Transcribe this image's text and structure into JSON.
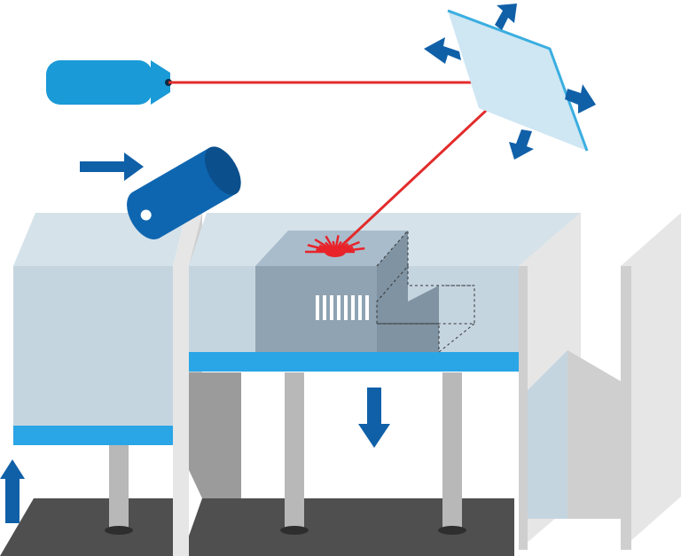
{
  "diagram": {
    "colors": {
      "background": "#ffffff",
      "powder_light": "#c5d5e0",
      "powder_top": "#d5e2ea",
      "powder_shadow": "#a9bccb",
      "part_block": "#8fa3b2",
      "part_block_dark": "#7f93a2",
      "wall": "#e6e6e6",
      "wall_edge": "#cfcfcf",
      "wall_shadow": "#9b9b9b",
      "platform": "#2aa5e6",
      "floor": "#4f4f4f",
      "laser_source": "#1a9ad6",
      "laser_beam": "#e22c2c",
      "mirror": "#cfe6f3",
      "mirror_edge": "#3aaee0",
      "roller": "#0f66b0",
      "roller_dark": "#0b4f8c",
      "arrow": "#1060a8",
      "screw": "#b8b8b8",
      "melt_spark": "#e8232a"
    },
    "components": [
      "laser-source",
      "laser-beam",
      "scanning-mirror",
      "recoater-roller",
      "powder-supply-chamber",
      "build-chamber",
      "overflow-chamber",
      "build-platform",
      "supply-platform",
      "lead-screws",
      "melt-pool"
    ],
    "motions": [
      {
        "component": "recoater-roller",
        "direction": "right"
      },
      {
        "component": "supply-platform",
        "direction": "up"
      },
      {
        "component": "build-platform",
        "direction": "down"
      },
      {
        "component": "scanning-mirror",
        "direction": "tilt"
      }
    ]
  }
}
